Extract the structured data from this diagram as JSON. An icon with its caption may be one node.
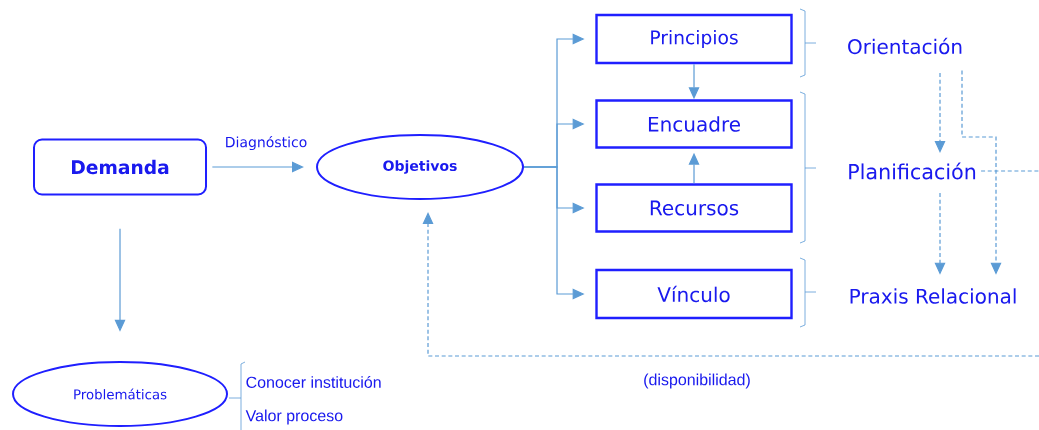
{
  "diagram": {
    "nodes": [
      {
        "text": [
          "Demanda"
        ]
      },
      {
        "text": [
          "Objetivos"
        ]
      },
      {
        "text": [
          "Principios"
        ]
      },
      {
        "text": [
          "Encuadre"
        ]
      },
      {
        "text": [
          "Recursos"
        ]
      },
      {
        "text": [
          "Vínculo"
        ]
      },
      {
        "text": [
          "Orientación"
        ]
      },
      {
        "text": [
          "Planificación"
        ]
      },
      {
        "text": [
          "Praxis Relacional"
        ]
      },
      {
        "text": [
          "Problemáticas"
        ]
      }
    ],
    "edges": [
      {
        "from": 0,
        "to": 1,
        "arrow": "to",
        "label": "Diagnóstico"
      },
      {
        "from": 0,
        "to": 9,
        "arrow": "to"
      },
      {
        "from": 1,
        "to": 2,
        "arrow": "to"
      },
      {
        "from": 1,
        "to": 3,
        "arrow": "to"
      },
      {
        "from": 1,
        "to": 4,
        "arrow": "to"
      },
      {
        "from": 1,
        "to": 5,
        "arrow": "to"
      },
      {
        "from": 2,
        "to": 3,
        "arrow": "to"
      },
      {
        "from": 4,
        "to": 3,
        "arrow": "to"
      },
      {
        "from": 6,
        "to": 7,
        "arrow": "to",
        "style": "dashed"
      },
      {
        "from": 7,
        "to": 8,
        "arrow": "to",
        "style": "dashed"
      },
      {
        "from": 6,
        "to": 8,
        "arrow": "to",
        "style": "dashed"
      },
      {
        "from": null,
        "to": 1,
        "arrow": "to",
        "style": "dashed",
        "label": "(disponibilidad)"
      },
      {
        "from": 7,
        "to": null,
        "arrow": "none",
        "style": "dashed"
      }
    ],
    "labels": [
      "Conocer institución",
      "Valor proceso"
    ]
  }
}
